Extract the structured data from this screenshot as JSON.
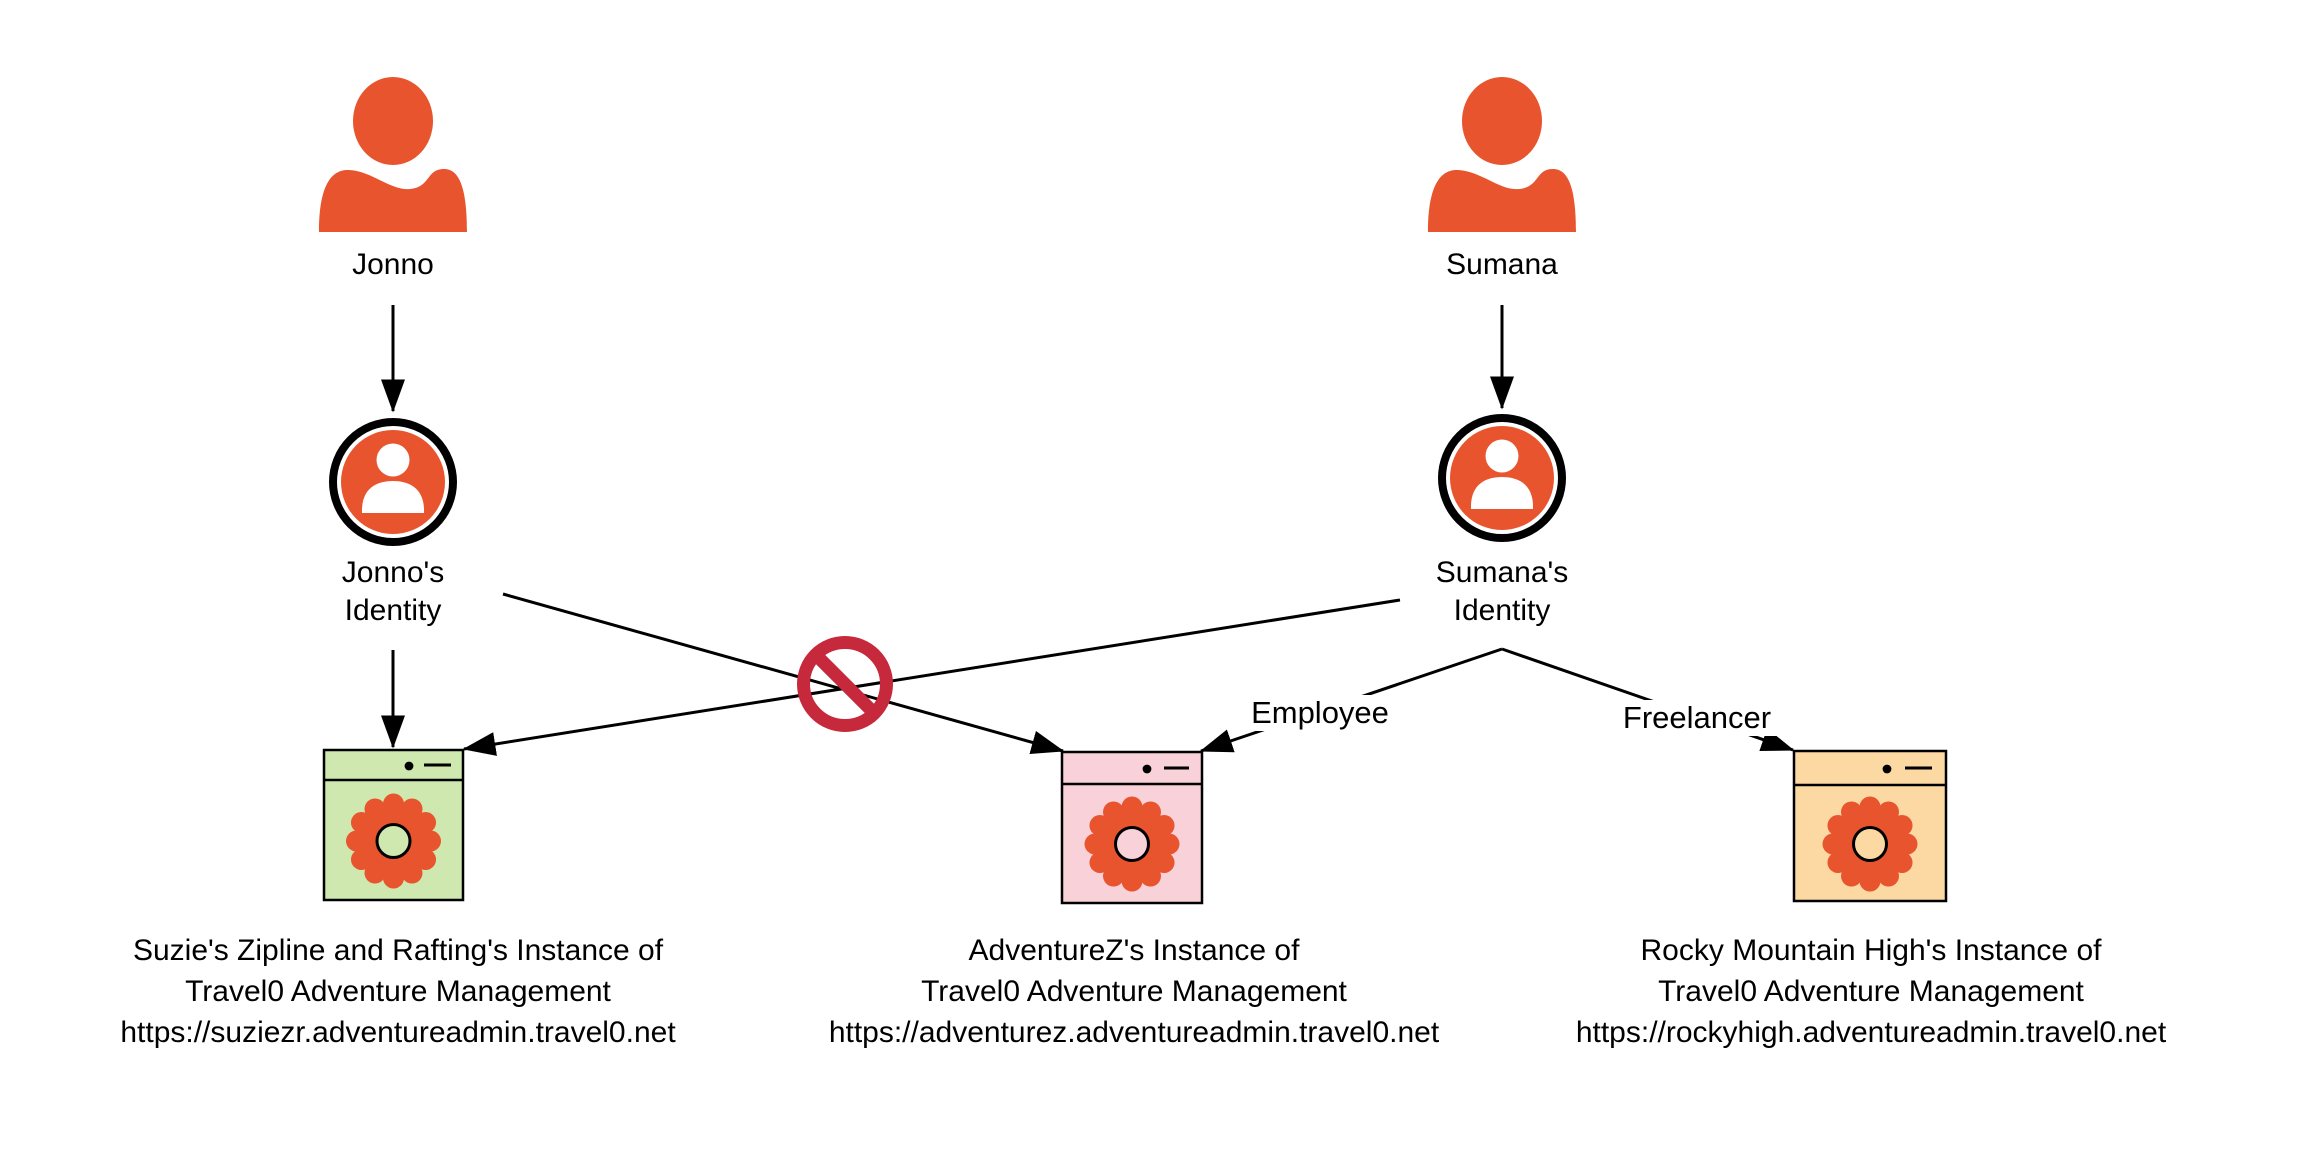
{
  "diagram": {
    "colors": {
      "person_orange": "#E8542D",
      "prohibition_red": "#C5293B",
      "connector_black": "#000000",
      "instance_fills": [
        "#CEE8AF",
        "#F8D1D9",
        "#FCD9A3"
      ]
    },
    "users": [
      {
        "name": "Jonno"
      },
      {
        "name": "Sumana"
      }
    ],
    "identities": [
      {
        "line1": "Jonno's",
        "line2": "Identity"
      },
      {
        "line1": "Sumana's",
        "line2": "Identity"
      }
    ],
    "edges": {
      "employee_label": "Employee",
      "freelancer_label": "Freelancer"
    },
    "instances": [
      {
        "name_line1": "Suzie's Zipline and Rafting's Instance of",
        "name_line2": "Travel0 Adventure Management",
        "url": "https://suziezr.adventureadmin.travel0.net"
      },
      {
        "name_line1": "AdventureZ's Instance of",
        "name_line2": "Travel0 Adventure Management",
        "url": "https://adventurez.adventureadmin.travel0.net"
      },
      {
        "name_line1": "Rocky Mountain High's Instance of",
        "name_line2": "Travel0 Adventure Management",
        "url": "https://rockyhigh.adventureadmin.travel0.net"
      }
    ]
  }
}
